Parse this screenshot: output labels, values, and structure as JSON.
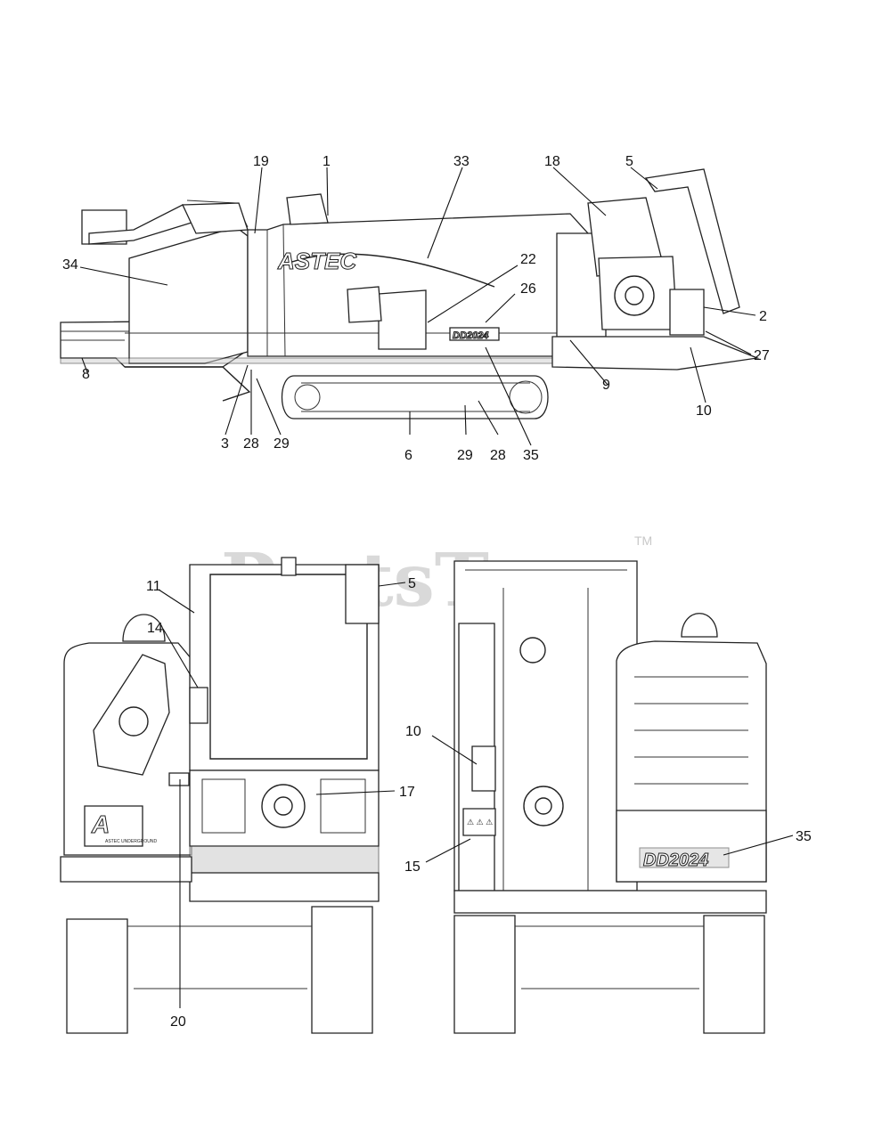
{
  "watermark": {
    "text": "PartsTree",
    "trademark": "TM"
  },
  "decals": {
    "brand": "ASTEC",
    "model": "DD2024",
    "logo_text": "ASTEC UNDERGROUND"
  },
  "callouts": {
    "side_view": {
      "c1": "1",
      "c19": "19",
      "c33": "33",
      "c18": "18",
      "c5": "5",
      "c34": "34",
      "c22": "22",
      "c26": "26",
      "c2": "2",
      "c27": "27",
      "c8": "8",
      "c9": "9",
      "c10": "10",
      "c3": "3",
      "c28a": "28",
      "c29a": "29",
      "c6": "6",
      "c29b": "29",
      "c28b": "28",
      "c35": "35"
    },
    "rear_view": {
      "c11": "11",
      "c5": "5",
      "c14": "14",
      "c17": "17",
      "c20": "20"
    },
    "front_view": {
      "c10": "10",
      "c15": "15",
      "c35": "35"
    }
  }
}
